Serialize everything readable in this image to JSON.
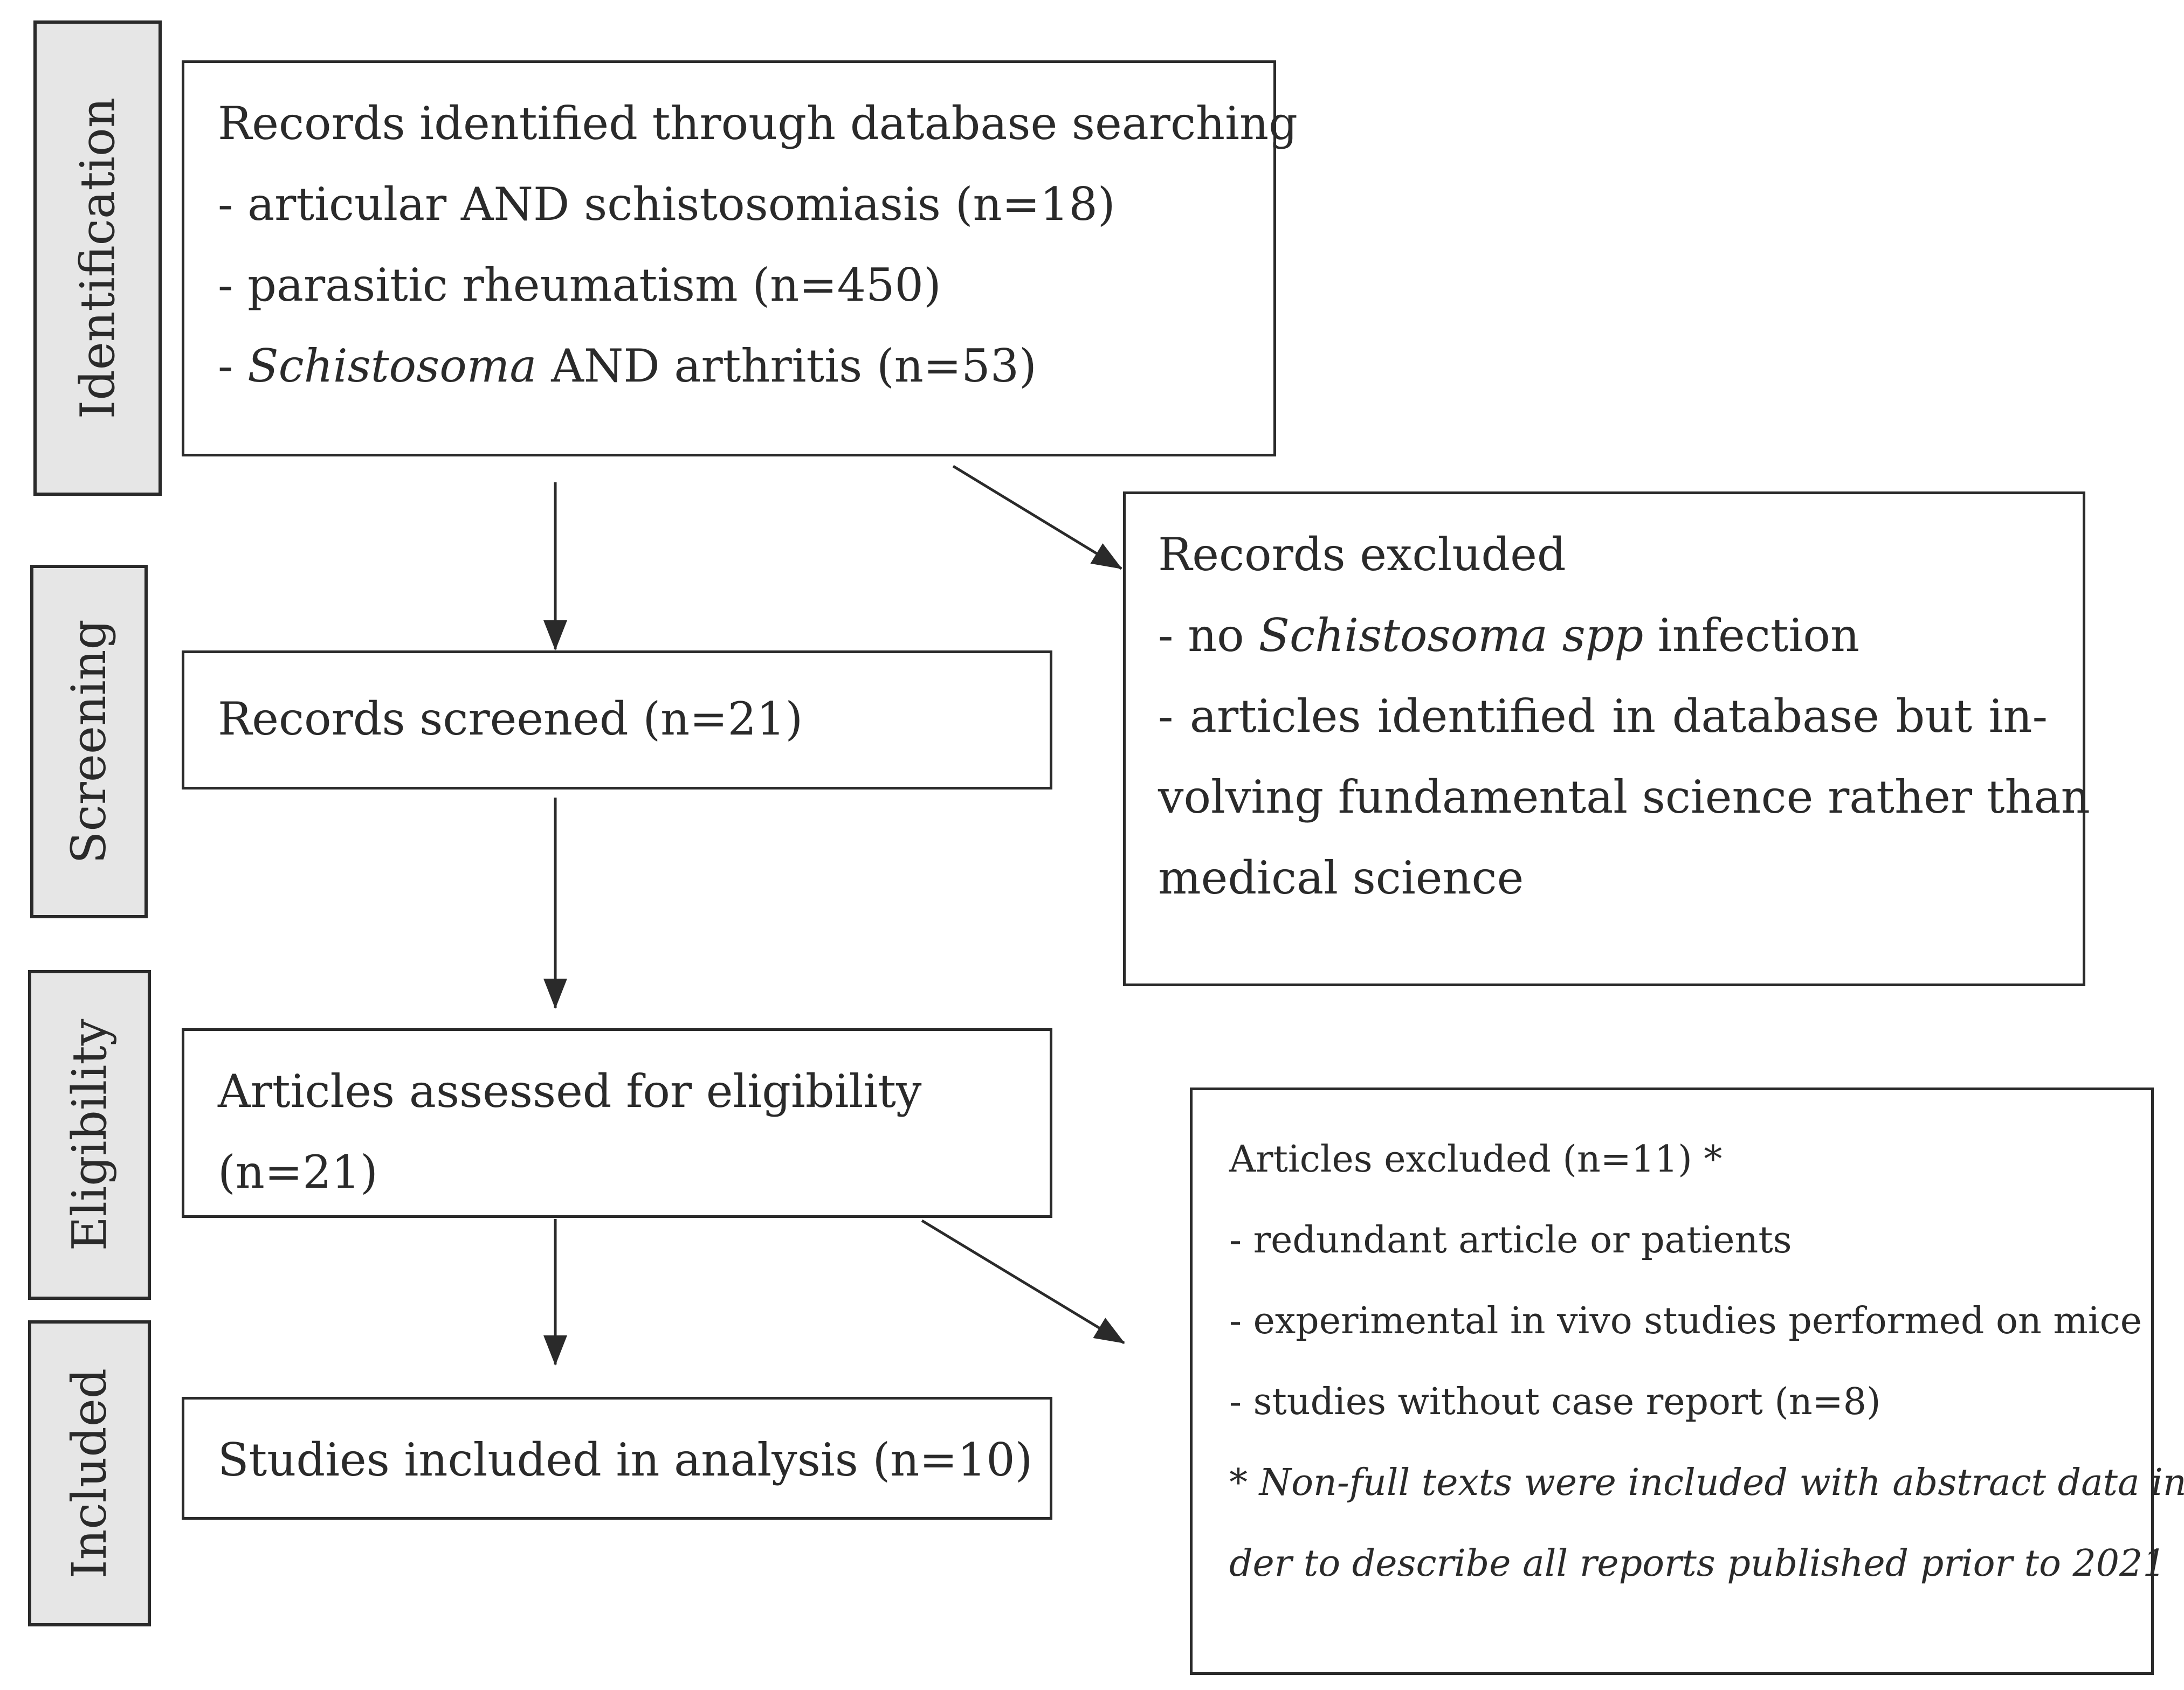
{
  "stages": [
    {
      "id": "identification",
      "label": "Identification"
    },
    {
      "id": "screening",
      "label": "Screening"
    },
    {
      "id": "eligibility",
      "label": "Eligibility"
    },
    {
      "id": "included",
      "label": "Included"
    }
  ],
  "boxes": {
    "identified": {
      "title": "Records identified through database searching",
      "items": [
        {
          "prefix": "- ",
          "italic": "",
          "text": "articular AND schistosomiasis (n=18)"
        },
        {
          "prefix": "- ",
          "italic": "",
          "text": "parasitic rheumatism (n=450)"
        },
        {
          "prefix": "- ",
          "italic": "Schistosoma",
          "text": " AND arthritis (n=53)"
        }
      ]
    },
    "screened": {
      "title": "Records screened (n=21)"
    },
    "records_excluded": {
      "title": "Records excluded",
      "item1_prefix": "- no ",
      "item1_italic": "Schistosoma spp",
      "item1_suffix": " infection",
      "item2_lines": [
        "- articles identified in database but in-",
        "volving fundamental science rather than",
        "medical science"
      ]
    },
    "eligibility": {
      "lines": [
        "Articles assessed for eligibility",
        "(n=21)"
      ]
    },
    "articles_excluded": {
      "title": "Articles excluded (n=11) *",
      "items": [
        "- redundant article or patients",
        "- experimental in vivo studies performed on mice",
        "- studies without case report (n=8)"
      ],
      "note_lines": [
        "* Non-full texts were included with abstract data in or-",
        "der to describe all reports published prior to 2021"
      ]
    },
    "included": {
      "title": "Studies included in analysis (n=10)"
    }
  }
}
